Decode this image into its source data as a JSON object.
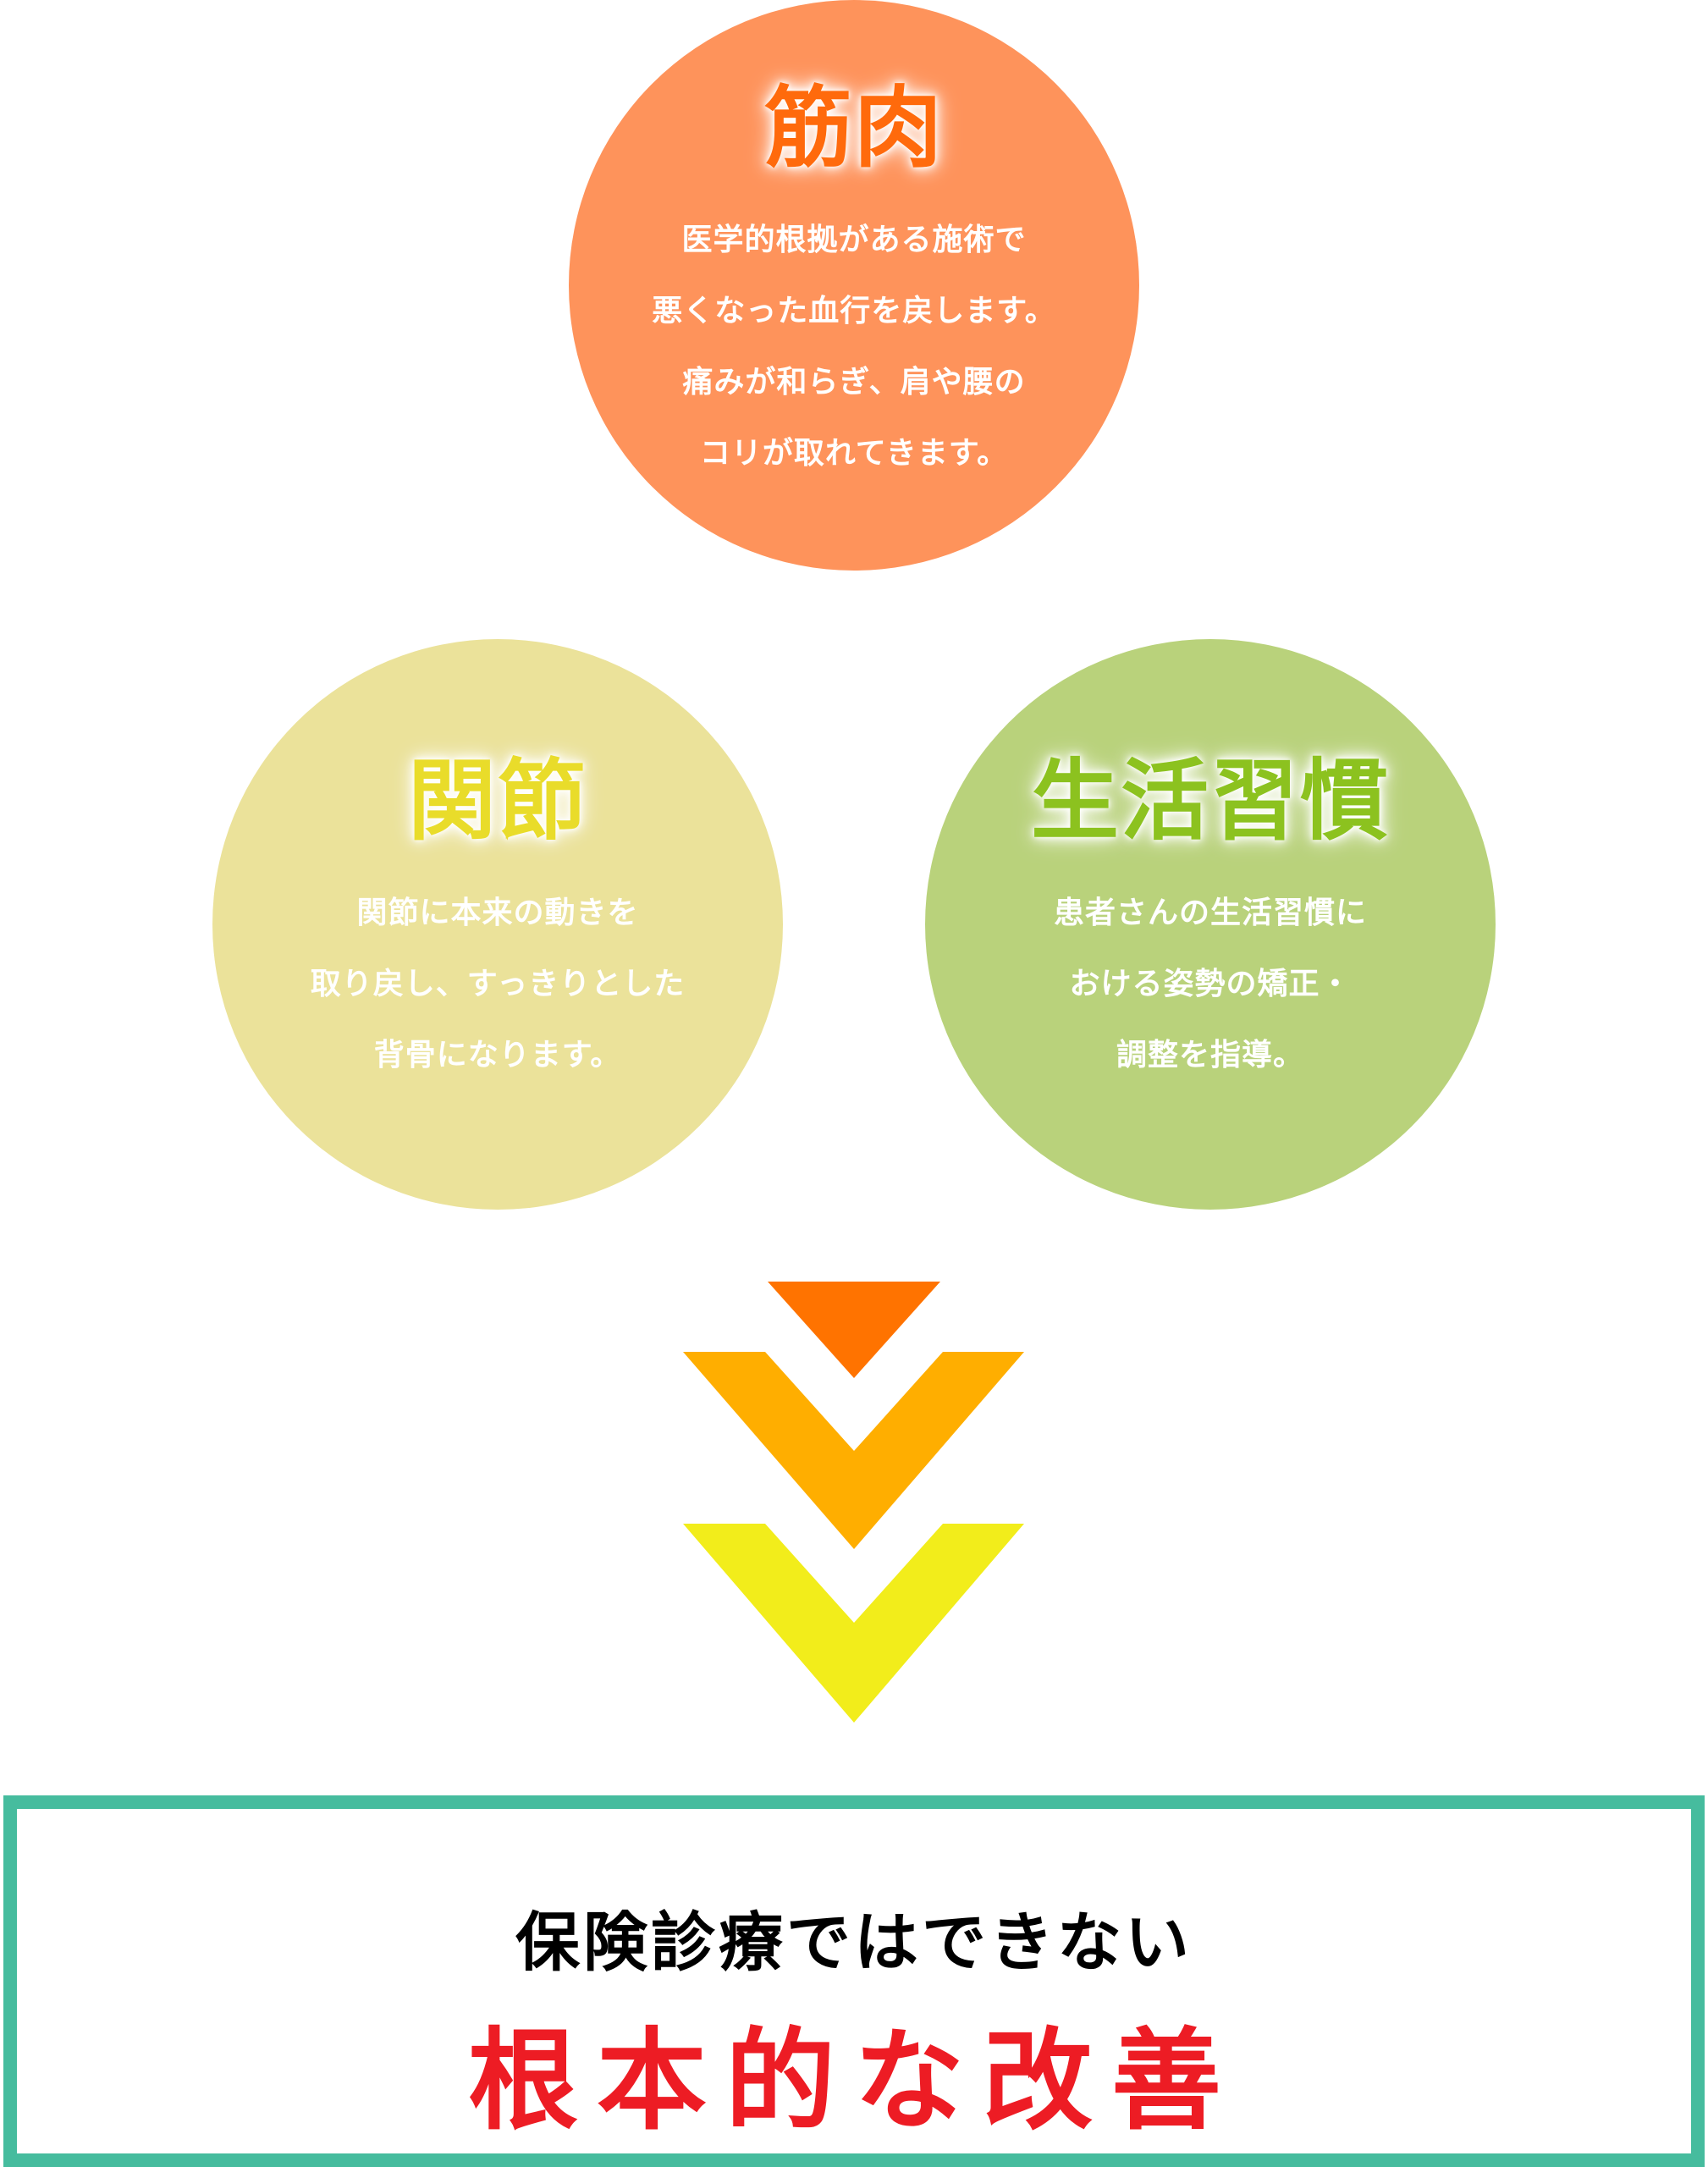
{
  "circles": {
    "muscle": {
      "title": "筋肉",
      "lines": [
        "医学的根拠がある施術で",
        "悪くなった血行を戻します。",
        "痛みが和らぎ、肩や腰の",
        "コリが取れてきます。"
      ]
    },
    "joint": {
      "title": "関節",
      "lines": [
        "関節に本来の動きを",
        "取り戻し、すっきりとした",
        "背骨になります。"
      ]
    },
    "lifestyle": {
      "title": "生活習慣",
      "lines": [
        "患者さんの生活習慣に",
        "おける姿勢の矯正・",
        "調整を指導。"
      ]
    }
  },
  "result": {
    "subtitle": "保険診療ではできない",
    "title": "根本的な改善"
  },
  "colors": {
    "muscle_circle": "#fe935b",
    "joint_circle": "#ebe29a",
    "lifestyle_circle": "#b9d27b",
    "arrow_top": "#ff7300",
    "arrow_middle": "#ffae00",
    "arrow_bottom": "#f2ed1b",
    "box_border": "#46bc9e",
    "result_title": "#ed1c24"
  },
  "icons": [
    "chevron-down-icon"
  ]
}
